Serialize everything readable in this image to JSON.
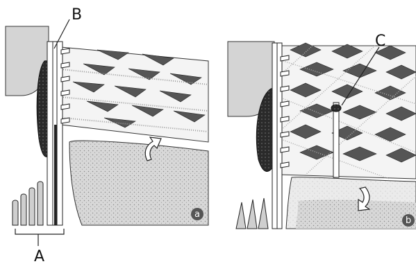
{
  "labels": {
    "A": "A",
    "B": "B",
    "C": "C"
  },
  "panels": {
    "a": "a",
    "b": "b"
  }
}
